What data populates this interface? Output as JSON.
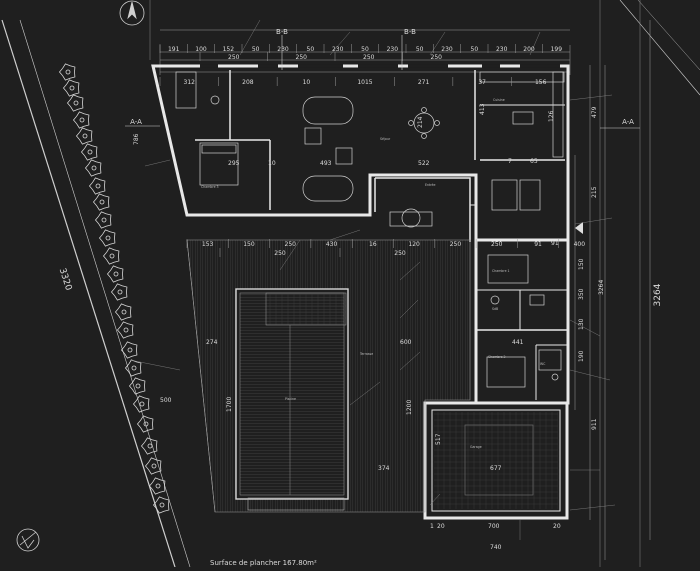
{
  "drawing": {
    "caption": "Surface de plancher 167.80m²",
    "section_marks": {
      "bb_left": "B-B",
      "bb_right": "B-B",
      "aa_left": "A-A",
      "aa_right": "A-A"
    },
    "overall_dims": {
      "site_left": "3320",
      "site_right": "3264"
    },
    "top_dims": [
      "191",
      "100",
      "152",
      "50",
      "230",
      "50",
      "230",
      "50",
      "230",
      "50",
      "230",
      "50",
      "230",
      "200",
      "199"
    ],
    "top_dims_row2": [
      "250",
      "250",
      "250",
      "250"
    ],
    "plan_top_dims": [
      "312",
      "208",
      "10",
      "1015",
      "271",
      "37",
      "156"
    ],
    "interior_dims": {
      "room_a_width": "295",
      "room_b_width": "10",
      "living_width": "493",
      "corridor_width": "522",
      "kitchen_small": "7",
      "kitchen_65": "65",
      "kitchen_91": "91",
      "wing_left": "413",
      "wing_214": "214",
      "wing_126": "126",
      "wing_479": "479",
      "wing_215": "215",
      "v_786": "786"
    },
    "mid_dims": [
      "153",
      "150",
      "250",
      "430",
      "16",
      "120",
      "250",
      "250",
      "91",
      "400"
    ],
    "mid_dims_row2": [
      "250",
      "250"
    ],
    "terrace_dims": {
      "d274": "274",
      "d600": "600",
      "d441": "441",
      "d374": "374",
      "d500": "500",
      "d1700": "1700",
      "d1200": "1200",
      "d3264": "3264",
      "d911": "911",
      "d350": "350",
      "d130": "130",
      "d150": "150",
      "d190": "190"
    },
    "garage_dims": {
      "width": "677",
      "height": "517",
      "bottom_outer": "740",
      "bottom_inner": "700",
      "b1": "1",
      "b2": "20",
      "b3": "20"
    },
    "rooms": {
      "kitchen": "Cuisine",
      "living": "Séjour",
      "bedroom1": "Chambre 1",
      "bedroom2": "Chambre 2",
      "bedroom3": "Chambre 3",
      "bath": "SdB",
      "wc": "WC",
      "entry": "Entrée",
      "garage": "Garage",
      "pool": "Piscine",
      "terrace": "Terrasse"
    }
  }
}
